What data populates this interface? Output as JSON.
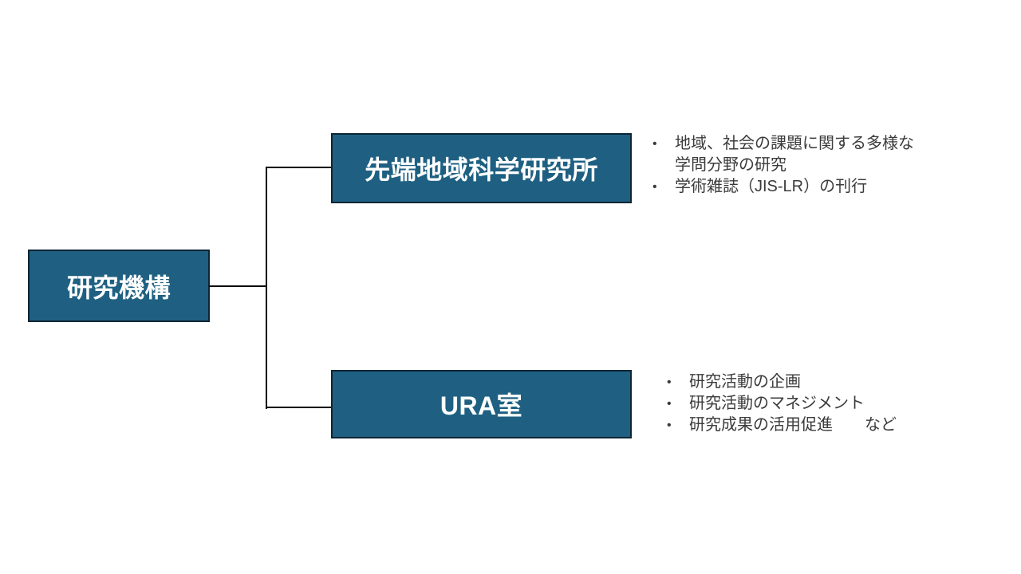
{
  "colors": {
    "box_fill": "#1F6082",
    "box_border": "#0D2633",
    "box_text": "#FFFFFF",
    "connector": "#000000",
    "bullet_text": "#3B3B3B",
    "slide_bg": "#FFFFFF"
  },
  "ui": {
    "bullet_char": "•"
  },
  "diagram": {
    "type": "org-chart",
    "root": {
      "label": "研究機構"
    },
    "children": [
      {
        "label": "先端地域科学研究所",
        "bullets": [
          "地域、社会の課題に関する多様な\n学問分野の研究",
          "学術雑誌（JIS-LR）の刊行"
        ]
      },
      {
        "label": "URA室",
        "bullets": [
          "研究活動の企画",
          "研究活動のマネジメント",
          "研究成果の活用促進　　など"
        ]
      }
    ]
  }
}
